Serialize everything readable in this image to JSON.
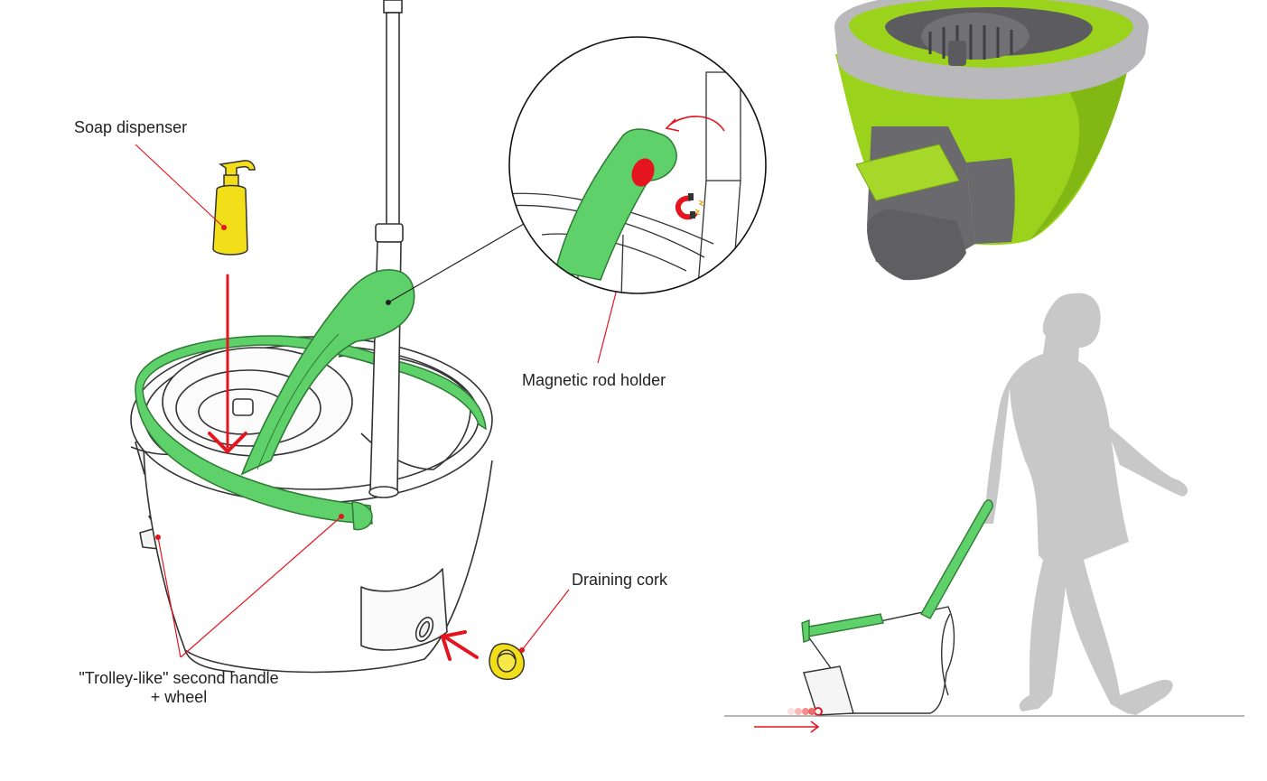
{
  "callouts": {
    "soap_dispenser": "Soap dispenser",
    "magnetic_rod_holder": "Magnetic rod holder",
    "draining_cork": "Draining cork",
    "trolley_handle_line1": "\"Trolley-like\" second handle",
    "trolley_handle_line2": "+ wheel"
  },
  "colors": {
    "callout_line": "#e4151f",
    "arrow": "#e4151f",
    "handle_green": "#5fd16a",
    "bucket_lime": "#9bd21c",
    "bucket_gray": "#6a6a6e",
    "soap_yellow": "#f2df1a",
    "silhouette": "#c8c8c8",
    "outline": "#333333"
  },
  "icons": [
    "magnet-icon",
    "soap-bottle-icon",
    "cork-icon",
    "person-silhouette-icon"
  ]
}
